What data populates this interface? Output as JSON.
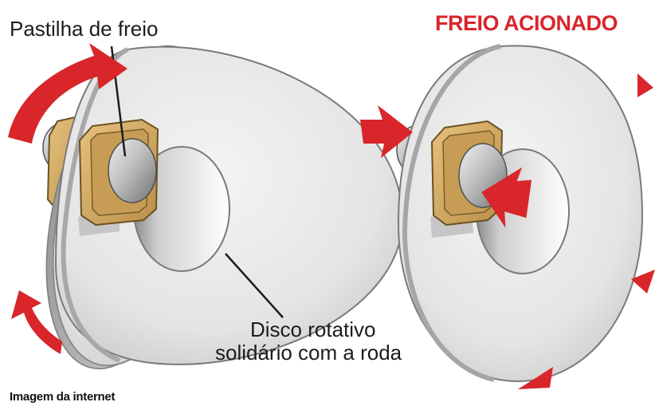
{
  "labels": {
    "brake_pad": "Pastilha de freio",
    "title_engaged": "FREIO ACIONADO",
    "disc_line1": "Disco rotativo",
    "disc_line2": "solidário com a roda",
    "credit": "Imagem da internet"
  },
  "colors": {
    "arrow_red": "#d8262b",
    "pad_gold": "#d9b26c",
    "disc_silver": "#e6e6e6"
  },
  "icons": {
    "rotation": "curved-arrow-icon",
    "force": "arrow-right-icon",
    "motion": "triangle-arrow-icon"
  }
}
